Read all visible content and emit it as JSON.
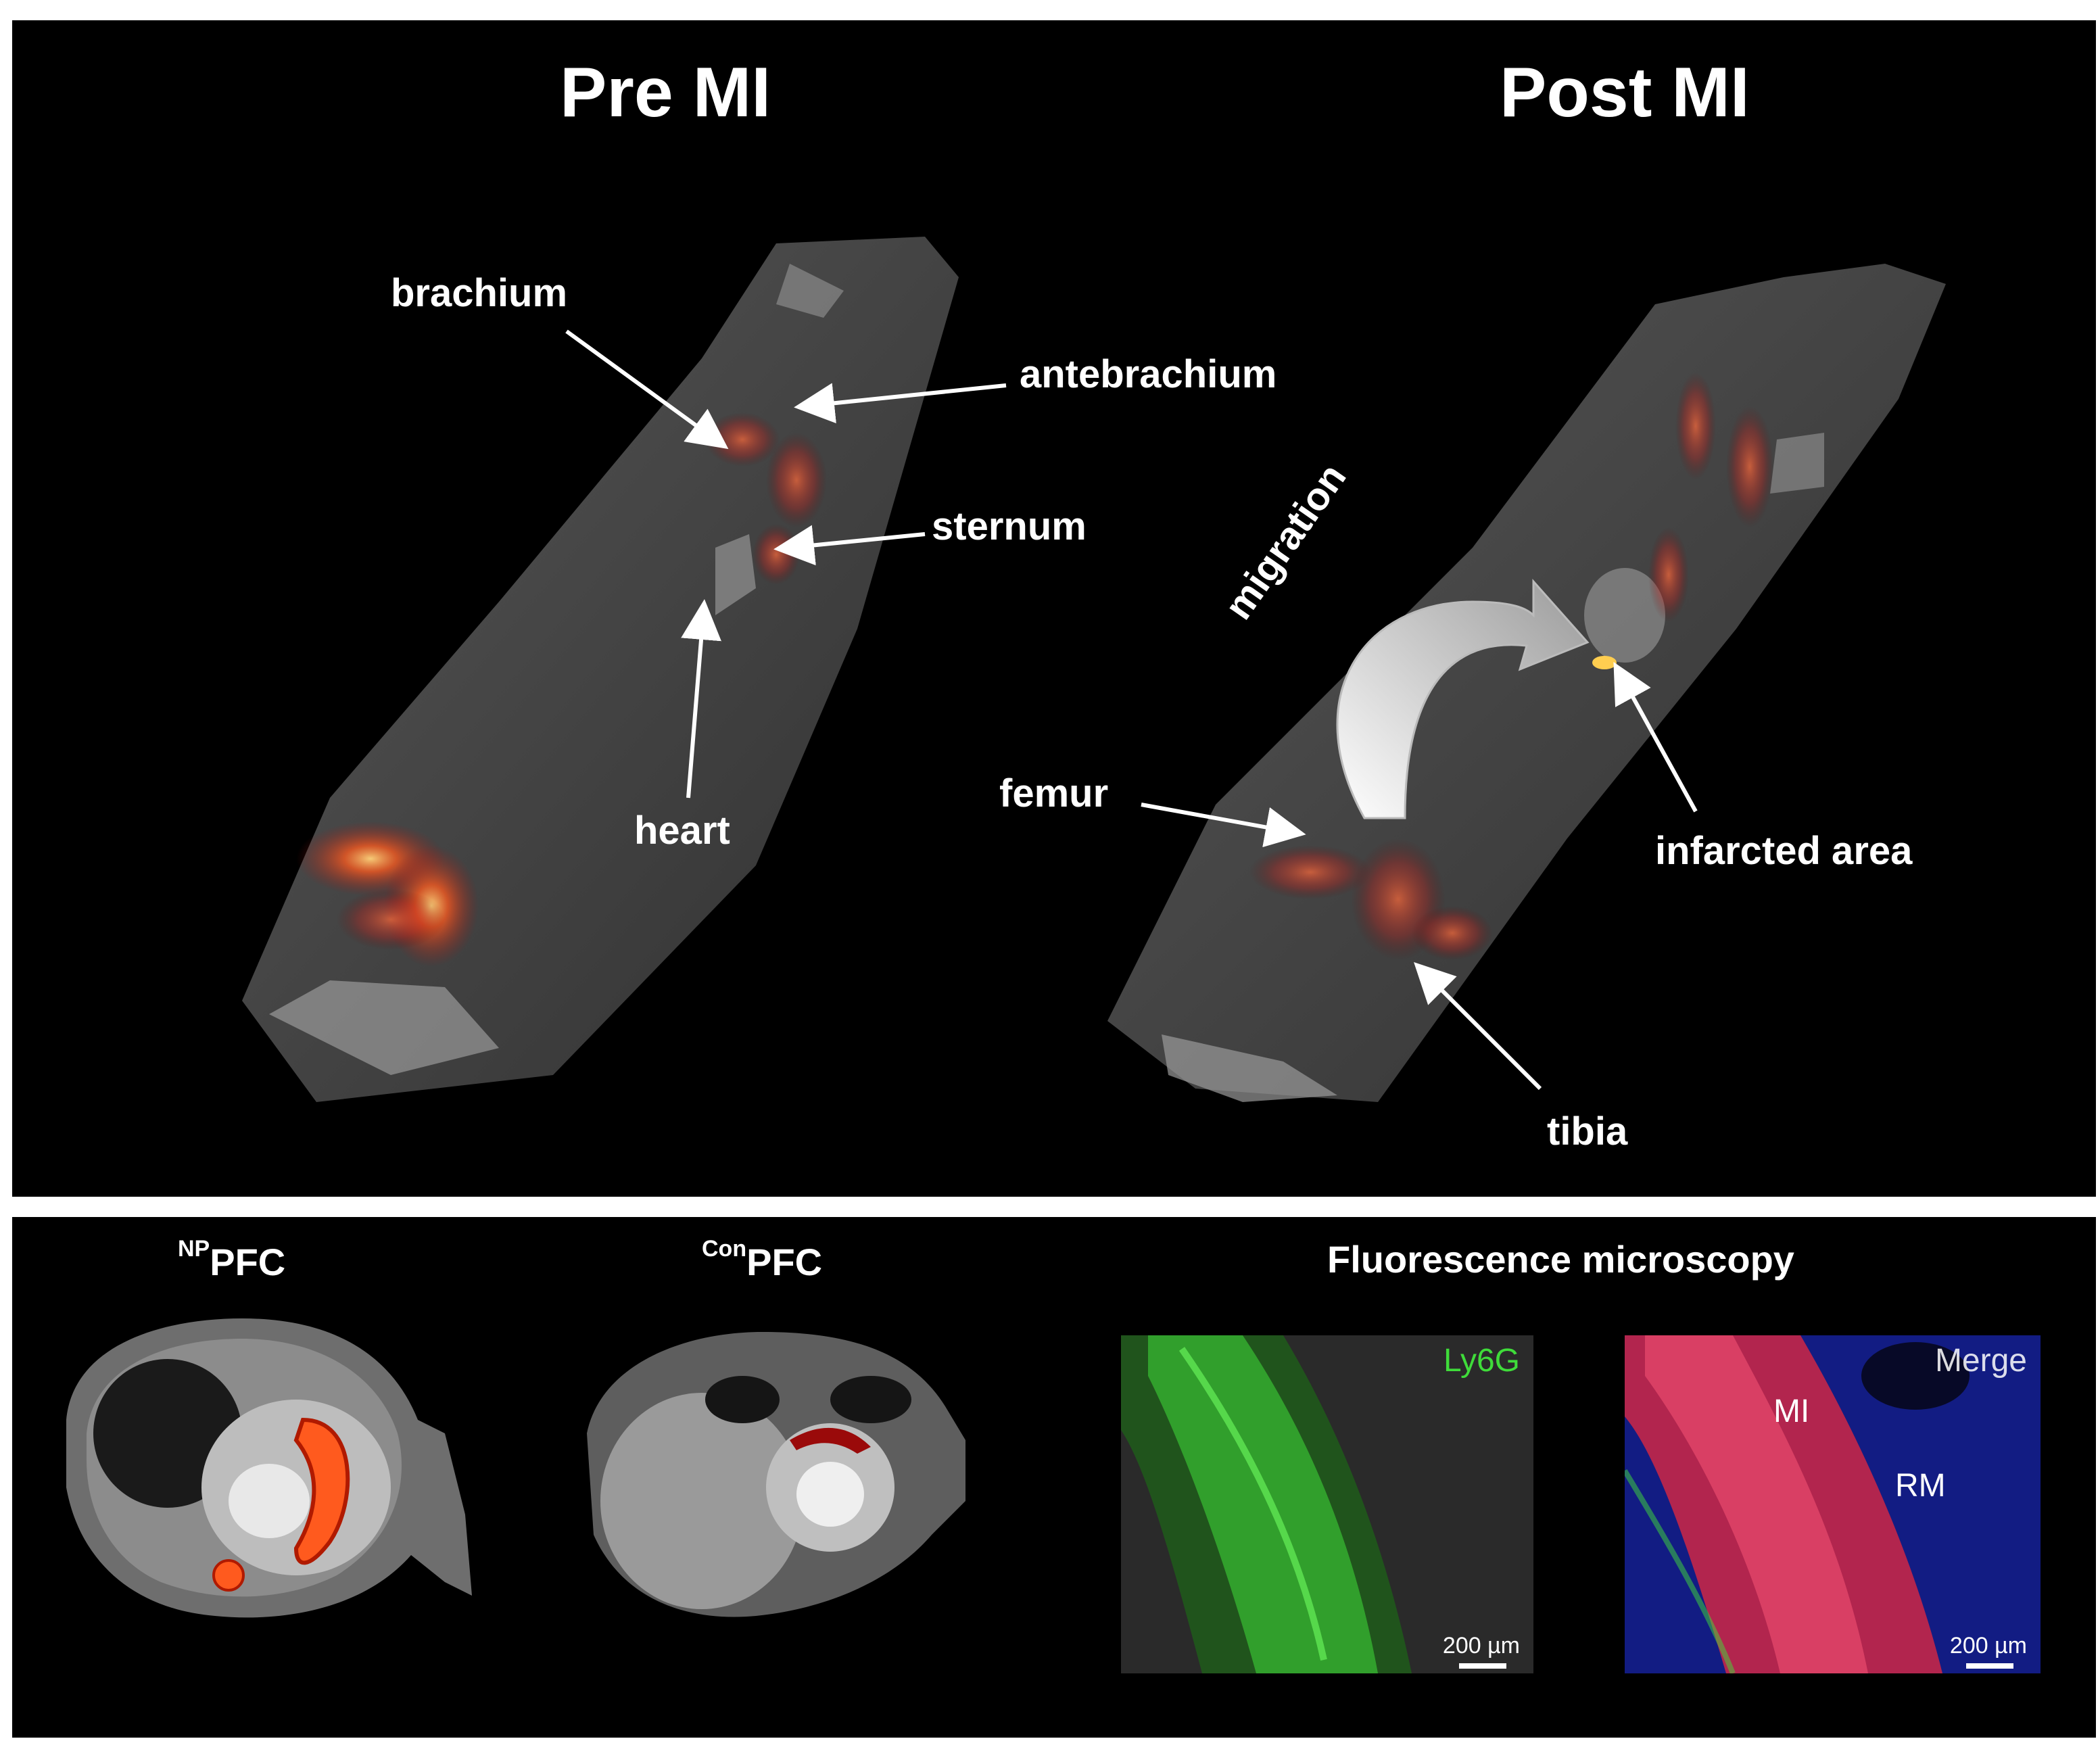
{
  "top": {
    "title_pre": "Pre MI",
    "title_post": "Post MI",
    "labels": {
      "brachium": "brachium",
      "antebrachium": "antebrachium",
      "sternum": "sternum",
      "heart": "heart",
      "migration": "migration",
      "femur": "femur",
      "infarcted_area": "infarcted area",
      "tibia": "tibia"
    }
  },
  "bottom": {
    "np_sup": "NP",
    "np_main": "PFC",
    "con_sup": "Con",
    "con_main": "PFC",
    "fluorescence_title": "Fluorescence microscopy",
    "ly6g_label": "Ly6G",
    "merge_label": "Merge",
    "mi_label": "MI",
    "rm_label": "RM",
    "scale_left": "200 µm",
    "scale_right": "200 µm"
  },
  "colors": {
    "ly6g": "#3fdc3a",
    "signal": "#ff5a1e",
    "nuclei": "#1a2cc8",
    "infiltrate": "#e8283c"
  }
}
